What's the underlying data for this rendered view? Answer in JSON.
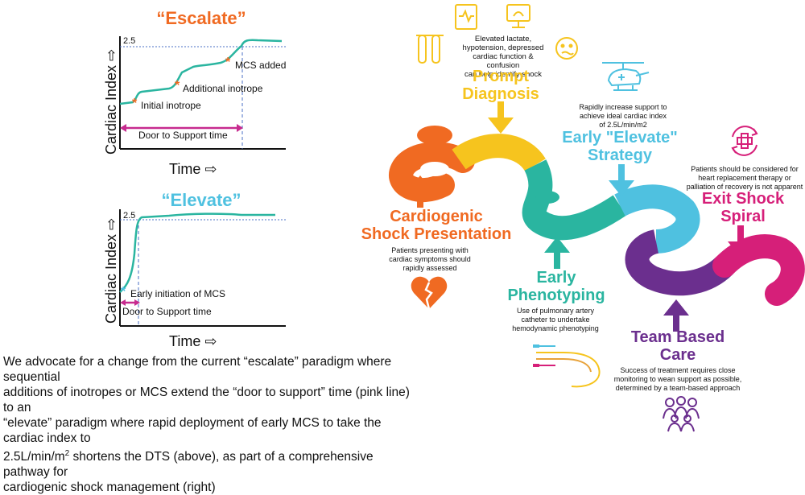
{
  "colors": {
    "teal": "#2ab5a0",
    "orange": "#f06a22",
    "yellow": "#f6c41e",
    "lightblue": "#4fc1e0",
    "purple": "#6b2f8e",
    "magenta": "#d61f79",
    "arrow_pink": "#c72b8f",
    "dashed_blue": "#4a6fc5"
  },
  "escalate": {
    "title": "“Escalate”",
    "ylabel": "Cardiac Index ⇨",
    "xlabel": "Time ⇨",
    "tick_label": "2.5",
    "annotations": {
      "initial": "Initial inotrope",
      "additional": "Additional inotrope",
      "mcs": "MCS added"
    },
    "dts_label": "Door to Support time"
  },
  "elevate": {
    "title": "“Elevate”",
    "ylabel": "Cardiac Index ⇨",
    "xlabel": "Time ⇨",
    "tick_label": "2.5",
    "annotation": "Early initiation of MCS",
    "dts_label": "Door to Support time"
  },
  "caption": {
    "line1": "We advocate for a change from the current “escalate” paradigm where sequential",
    "line2": "additions of inotropes or MCS extend the “door to support” time (pink line) to an",
    "line3": "“elevate” paradigm where rapid deployment of early MCS to take the cardiac index to",
    "line4_pre": "2.5L/min/m",
    "line4_sup": "2",
    "line4_post": " shortens the DTS (above), as part of a comprehensive pathway for",
    "line5": "cardiogenic shock management (right)"
  },
  "steps": {
    "presentation": {
      "title1": "Cardiogenic",
      "title2": "Shock Presentation",
      "desc1": "Patients presenting with",
      "desc2": "cardiac symptoms should",
      "desc3": "rapidly assessed"
    },
    "diagnosis": {
      "title1": "Prompt",
      "title2": "Diagnosis",
      "desc1": "Elevated lactate,",
      "desc2": "hypotension, depressed",
      "desc3": "cardiac function & confusion",
      "desc4": "can help identify shock"
    },
    "phenotyping": {
      "title1": "Early",
      "title2": "Phenotyping",
      "desc1": "Use of pulmonary artery",
      "desc2": "catheter to undertake",
      "desc3": "hemodynamic phenotyping"
    },
    "elevate": {
      "title1": "Early \"Elevate\"",
      "title2": "Strategy",
      "desc1": "Rapidly increase support to",
      "desc2": "achieve ideal cardiac index",
      "desc3": "of 2.5L/min/m2"
    },
    "team": {
      "title1": "Team Based",
      "title2": "Care",
      "desc1": "Success of treatment requires close",
      "desc2": "monitoring to wean support as possible,",
      "desc3": "determined by a team-based approach"
    },
    "exit": {
      "title1": "Exit Shock",
      "title2": "Spiral",
      "desc1": "Patients should be considered for",
      "desc2": "heart replacement therapy or",
      "desc3": "palliation of recovery is not apparent"
    }
  },
  "icons": {
    "diagnosis": [
      "test-tubes-icon",
      "monitor-icon",
      "ultrasound-icon",
      "confused-face-icon"
    ],
    "elevate": "helicopter-icon",
    "presentation": "broken-heart-icon",
    "phenotyping": "catheter-icon",
    "team": "team-icon",
    "exit": "recycle-cross-icon"
  }
}
